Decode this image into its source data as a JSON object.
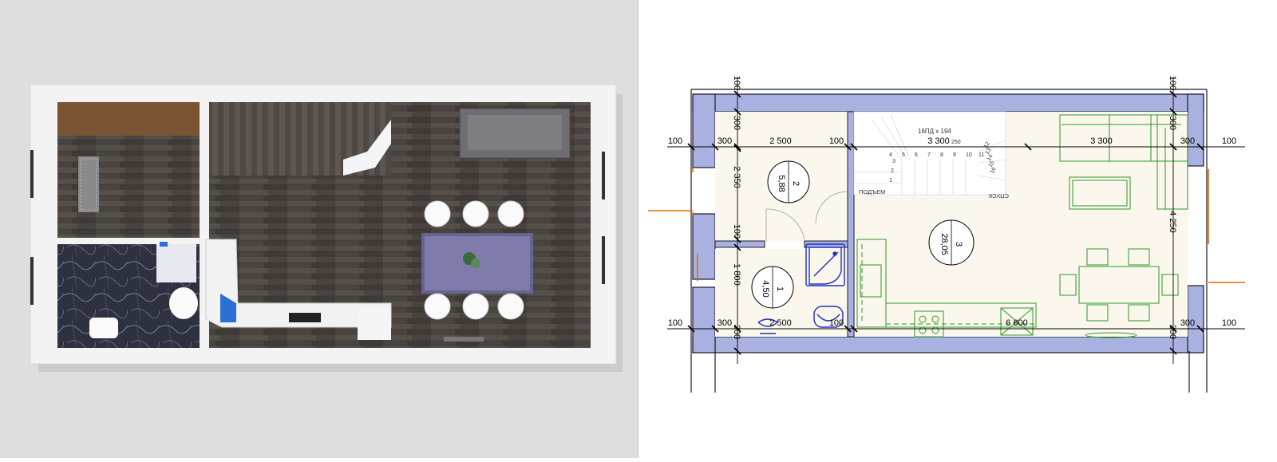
{
  "render": {
    "colors": {
      "background": "#e2e2e2",
      "wall": "#f2f2f2",
      "floor": "#4a4440",
      "tile": "#2f3344",
      "wood_panel": "#7b5434"
    }
  },
  "plan": {
    "colors": {
      "wall_fill": "#a9b1e0",
      "wall_line": "#1a1a2a",
      "room_fill": "#fbf7ec",
      "dimension": "#000000",
      "furniture": "#2a9a2a",
      "fixture": "#1f2fc7",
      "opening": "#e06a00"
    },
    "top_left": {
      "w1": "100",
      "w2": "300",
      "w3": "2 500",
      "w4": "100"
    },
    "top_right": {
      "w1": "3 300",
      "w2": "3 300",
      "w3": "300",
      "w4": "100"
    },
    "bottom_left": {
      "w1": "100",
      "w2": "300",
      "w3": "2 500",
      "w4": "100"
    },
    "bottom_right": {
      "w1": "6 600",
      "w2": "300",
      "w3": "100"
    },
    "vertical_left": {
      "top": "100",
      "w1": "300",
      "w2": "2 350",
      "w3": "100",
      "w4": "1 800",
      "w5": "300"
    },
    "vertical_right": {
      "top": "100",
      "w1": "300",
      "w2": "4 250",
      "w3": "300"
    },
    "rooms": [
      {
        "number": "2",
        "area": "5,88"
      },
      {
        "number": "1",
        "area": "4,50"
      },
      {
        "number": "3",
        "area": "28,05"
      }
    ],
    "stairs": {
      "spec": "16ПД x 194",
      "spec2": "250",
      "up_label": "ПОДЪЕМ",
      "down_label": "СПУСК",
      "steps_lower": [
        "1",
        "2",
        "3"
      ],
      "steps_upper": [
        "4",
        "5",
        "6",
        "7",
        "8",
        "9",
        "10",
        "11",
        "12",
        "13",
        "14",
        "15",
        "16"
      ]
    }
  }
}
